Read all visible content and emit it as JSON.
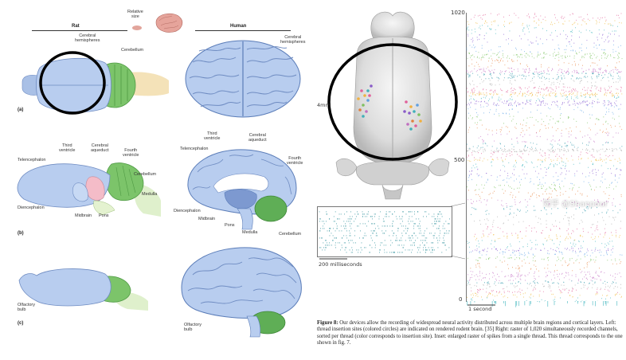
{
  "left_figure": {
    "column_heads": {
      "rat": "Rat",
      "human": "Human"
    },
    "relative_size": "Relative\nsize",
    "panel_letters": [
      "(a)",
      "(b)",
      "(c)"
    ],
    "labels": {
      "rat_cerebral_hemispheres": "Cerebral\nhemispheres",
      "rat_cerebellum": "Cerebellum",
      "human_cerebral_hemispheres": "Cerebral\nhemispheres",
      "rat_telencephalon": "Telencephalon",
      "rat_third_ventricle": "Third\nventricle",
      "rat_cerebral_aqueduct": "Cerebral\naqueduct",
      "rat_fourth_ventricle": "Fourth\nventricle",
      "rat_cerebellum_b": "Cerebellum",
      "rat_medulla": "Medulla",
      "rat_diencephalon": "Diencephalon",
      "rat_midbrain": "Midbrain",
      "rat_pons": "Pons",
      "human_third_ventricle": "Third\nventricle",
      "human_cerebral_aqueduct": "Cerebral\naqueduct",
      "human_telencephalon": "Telencephalon",
      "human_fourth_ventricle": "Fourth\nventricle",
      "human_diencephalon": "Diencephalon",
      "human_midbrain": "Midbrain",
      "human_pons": "Pons",
      "human_medulla": "Medulla",
      "human_cerebellum": "Cerebellum",
      "rat_olfactory_bulb": "Olfactory\nbulb",
      "human_olfactory_bulb": "Olfactory\nbulb"
    }
  },
  "right_figure": {
    "scale_4mm": "4mm",
    "scale_200ms": "200 milliseconds",
    "raster_axis": {
      "top": "1020",
      "mid": "500",
      "bottom": "0"
    },
    "scale_1s": "1 second",
    "caption": {
      "figure_label": "Figure 8:",
      "text": " Our devices allow the recording of widespread neural activity distributed across multiple brain regions and cortical layers. Left: thread insertion sites (colored circles) are indicated on rendered rodent brain. [35] Right: raster of 1,020 simultaneously recorded channels, sorted per thread (color corresponds to insertion site). Inset: enlarged raster of spikes from a single thread. This thread corresponds to the one shown in fig. 7."
    },
    "watermark": "知乎 @Shanpour",
    "colors": [
      "#e0609a",
      "#f0b040",
      "#40b0b8",
      "#8a5cc8",
      "#60a0e0",
      "#80c060",
      "#e08040",
      "#c070c0"
    ]
  }
}
